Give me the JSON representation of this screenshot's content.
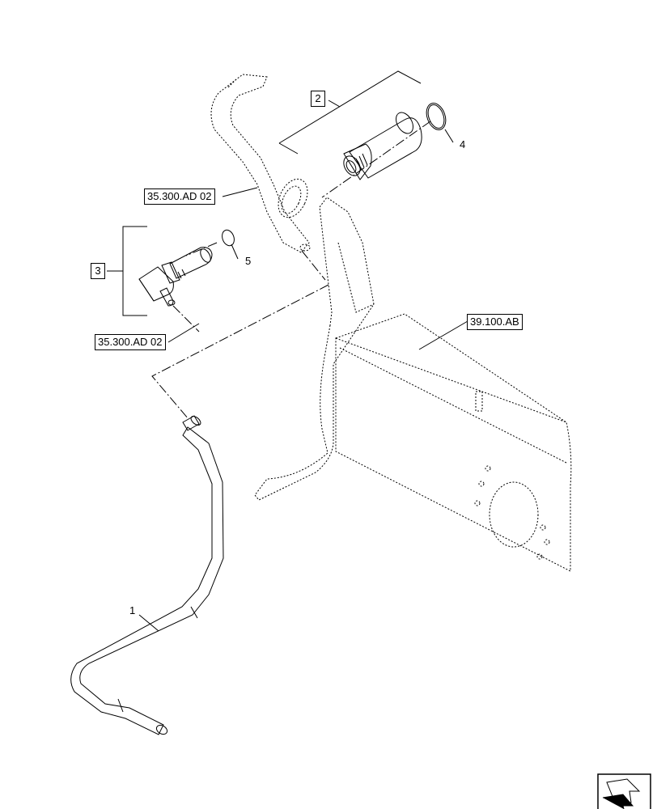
{
  "diagram": {
    "callouts": {
      "part_1": "1",
      "group_2": "2",
      "group_3": "3",
      "part_4": "4",
      "part_5": "5"
    },
    "references": {
      "ref_upper": "35.300.AD 02",
      "ref_lower": "35.300.AD 02",
      "ref_panel": "39.100.AB"
    },
    "colors": {
      "line": "#000000",
      "background": "#ffffff"
    },
    "icons": [
      "navigation-arrow-icon"
    ]
  }
}
